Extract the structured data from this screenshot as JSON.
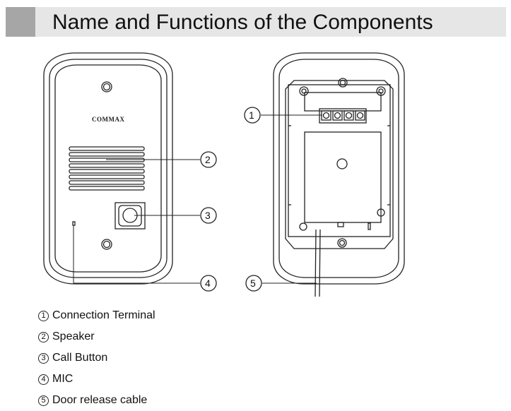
{
  "header": {
    "title": "Name and Functions of the Components"
  },
  "front_panel": {
    "logo": "COMMAX"
  },
  "callouts": [
    {
      "num": "1"
    },
    {
      "num": "2"
    },
    {
      "num": "3"
    },
    {
      "num": "4"
    },
    {
      "num": "5"
    }
  ],
  "legend": [
    {
      "num": "1",
      "label": "Connection Terminal"
    },
    {
      "num": "2",
      "label": "Speaker"
    },
    {
      "num": "3",
      "label": "Call Button"
    },
    {
      "num": "4",
      "label": "MIC"
    },
    {
      "num": "5",
      "label": "Door release cable"
    }
  ]
}
